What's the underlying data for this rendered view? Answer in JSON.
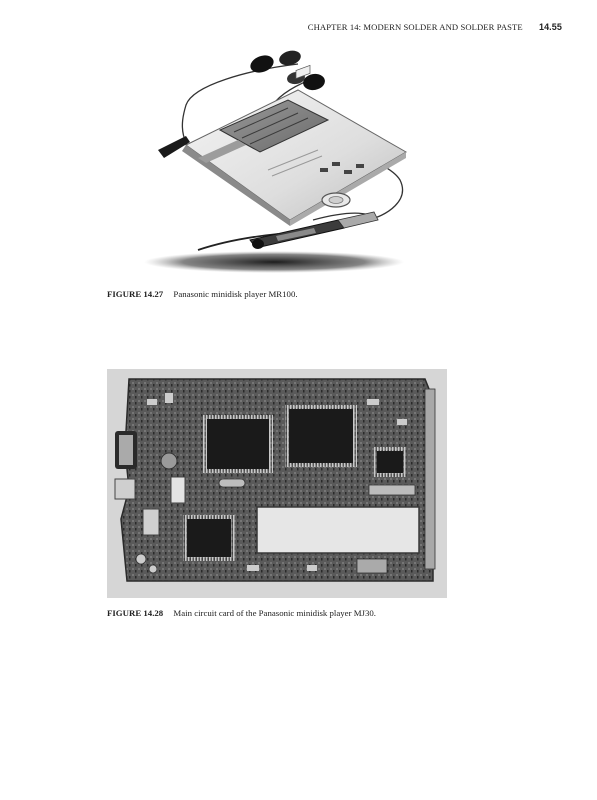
{
  "header": {
    "chapter": "CHAPTER 14: MODERN SOLDER AND SOLDER PASTE",
    "page_number": "14.55"
  },
  "figures": [
    {
      "label": "FIGURE 14.27",
      "caption": "Panasonic minidisk player MR100."
    },
    {
      "label": "FIGURE 14.28",
      "caption": "Main circuit card of the Panasonic minidisk player MJ30."
    }
  ]
}
